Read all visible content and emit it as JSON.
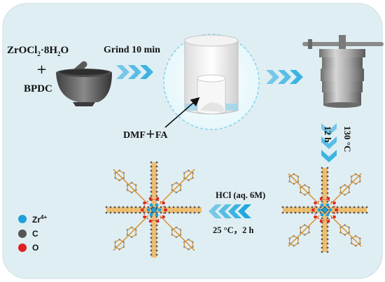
{
  "reactants": {
    "zr_salt": {
      "main": "ZrOCl",
      "sub1": "2",
      "mid": "·8H",
      "sub2": "2",
      "tail": "O"
    },
    "plus": "+",
    "linker": "BPDC"
  },
  "step_grind": "Grind 10 min",
  "solvent": "DMF＋FA",
  "step_heat": {
    "time": "12 h",
    "temp": "130 °C"
  },
  "step_acid": {
    "reagent": "HCl (aq. 6M)",
    "conditions": "25 °C，2 h"
  },
  "legend": [
    {
      "symbol": "Zr",
      "charge": "4+",
      "color": "#1fa0d8"
    },
    {
      "symbol": "C",
      "charge": "",
      "color": "#555555"
    },
    {
      "symbol": "O",
      "charge": "",
      "color": "#e02020"
    }
  ],
  "colors": {
    "panel_background": "#dfeef3",
    "arrow_chevron": "#20a8df",
    "vessel_glow": "#e6f7fb"
  }
}
